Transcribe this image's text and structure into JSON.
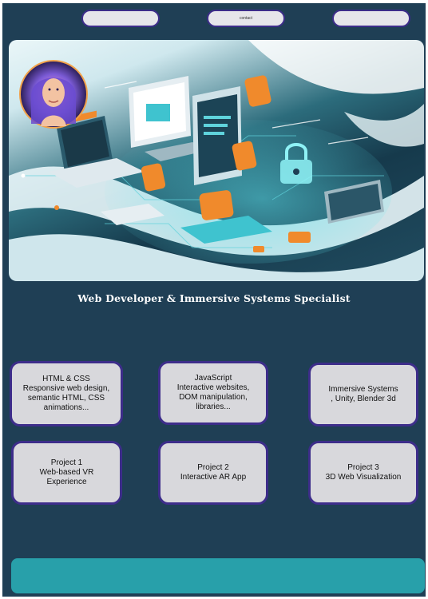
{
  "nav": {
    "left_label": "",
    "center_label": "contact",
    "right_label": ""
  },
  "hero": {
    "image_alt": "Isometric illustration of web development workstations with an avatar portrait"
  },
  "tagline": "Web Developer & Immersive Systems Specialist",
  "skills": [
    {
      "title": "HTML & CSS",
      "desc": "Responsive web design, semantic HTML, CSS animations..."
    },
    {
      "title": "JavaScript",
      "desc": "Interactive websites, DOM manipulation, libraries..."
    },
    {
      "title": "Immersive Systems",
      "desc": ", Unity, Blender 3d"
    }
  ],
  "projects": [
    {
      "title": "Project 1",
      "desc": "Web-based VR Experience"
    },
    {
      "title": "Project 2",
      "desc": "Interactive AR App"
    },
    {
      "title": "Project 3",
      "desc": "3D Web Visualization"
    }
  ],
  "colors": {
    "page_bg": "#1f3f55",
    "card_bg": "#d8d8dc",
    "card_border": "#3d2d8a",
    "footer": "#28a0aa",
    "accent_orange": "#f08a2c",
    "accent_teal": "#3fc3cf"
  }
}
